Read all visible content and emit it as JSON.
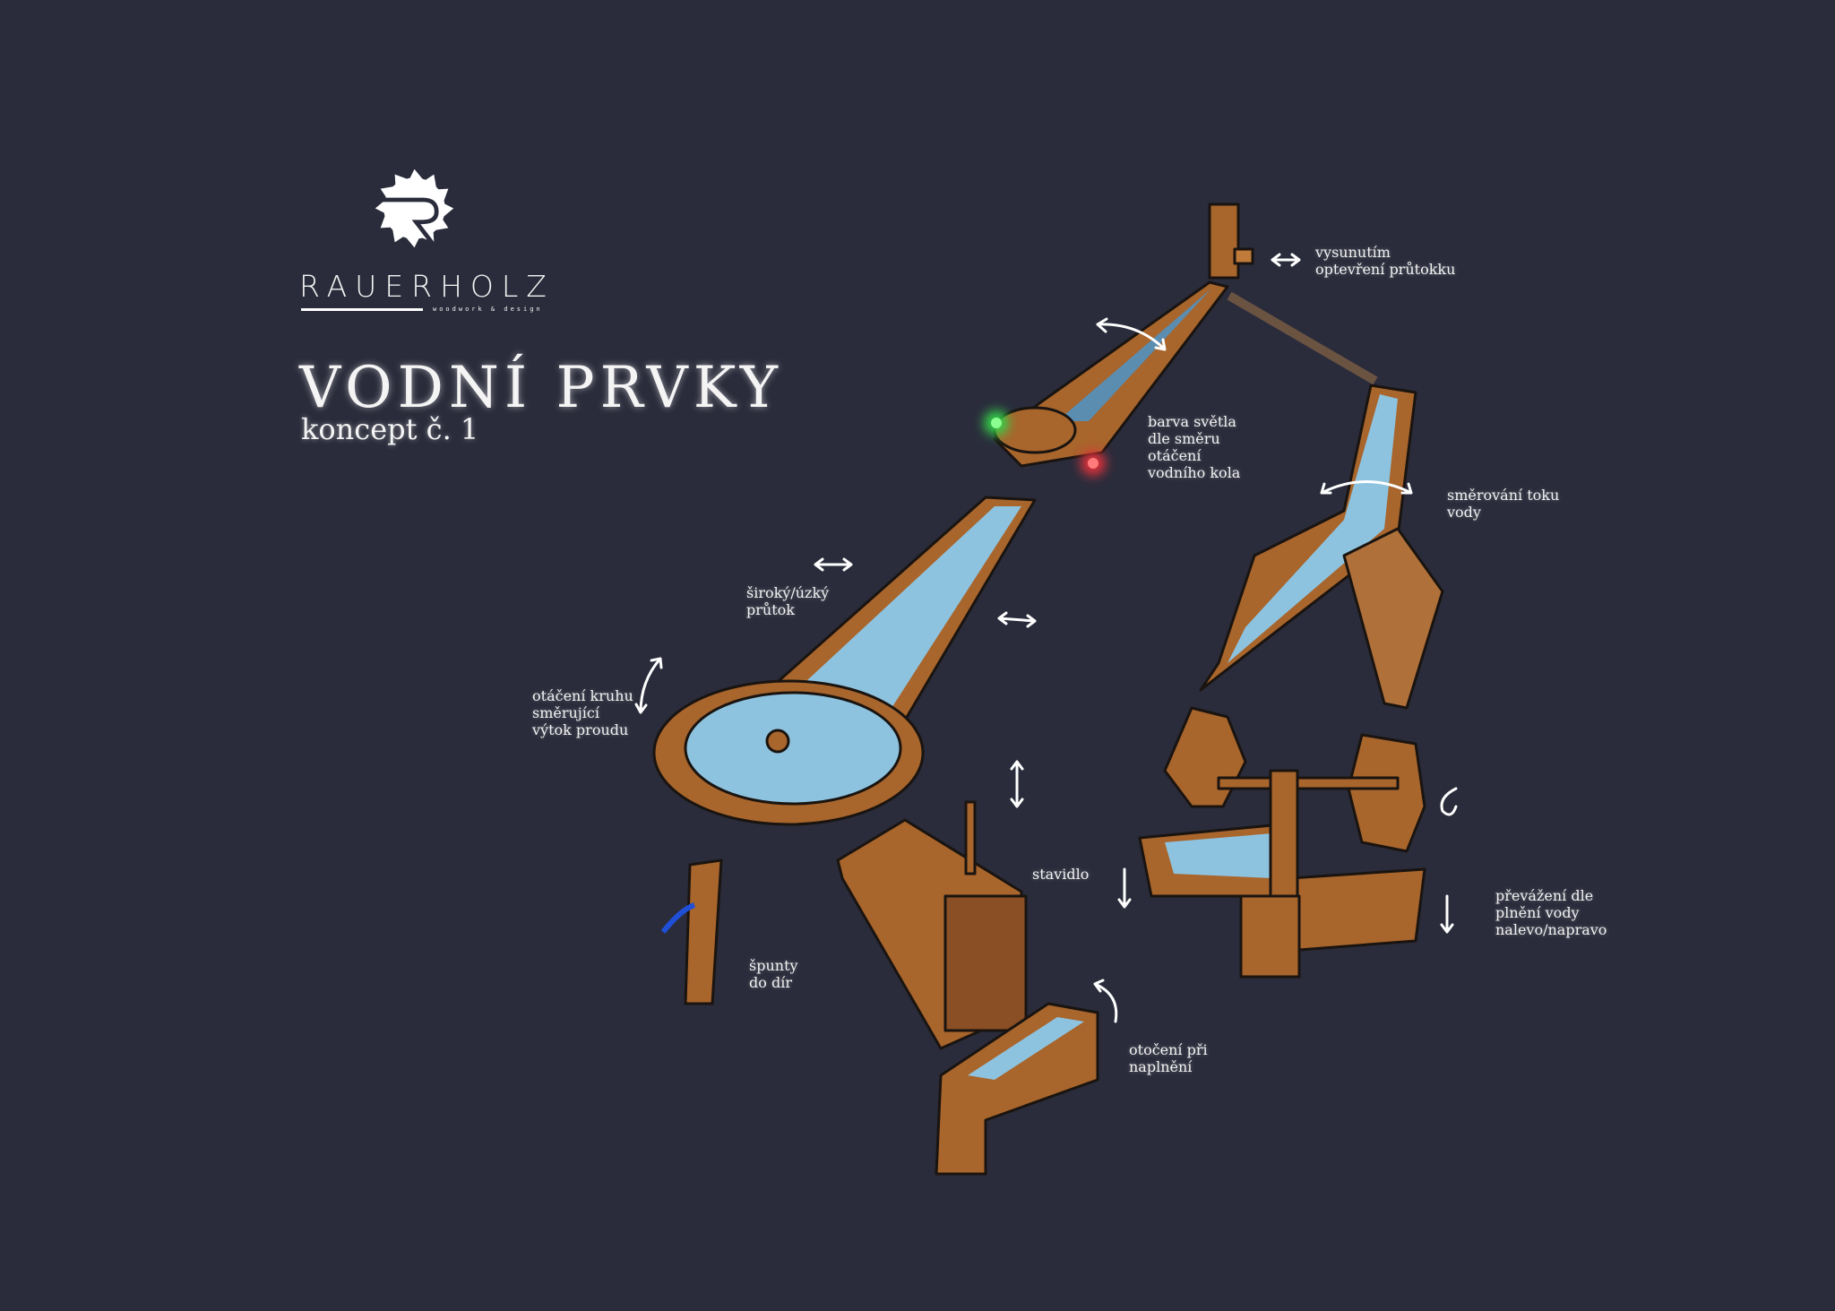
{
  "logo": {
    "brand": "RAUERHOLZ",
    "tagline": "woodwork & design"
  },
  "header": {
    "title": "VODNÍ PRVKY",
    "subtitle": "koncept č. 1"
  },
  "annotations": [
    {
      "id": "valve",
      "text": "vysunutím\noptevření průtokku"
    },
    {
      "id": "light",
      "text": "barva světla\ndle směru\notáčení\nvodního kola"
    },
    {
      "id": "direction",
      "text": "směrování toku\nvody"
    },
    {
      "id": "width",
      "text": "široký/úzký\nprůtok"
    },
    {
      "id": "circle",
      "text": "otáčení kruhu\nsměrující\nvýtok proudu"
    },
    {
      "id": "gate",
      "text": "stavidlo"
    },
    {
      "id": "balance",
      "text": "převážení dle\nplnění vody\nnalevo/napravo"
    },
    {
      "id": "plugs",
      "text": "špunty\ndo dír"
    },
    {
      "id": "tip",
      "text": "otočení při\nnaplnění"
    }
  ],
  "colors": {
    "background": "#2a2c3b",
    "wood": "#a8652c",
    "water": "#8ec3df",
    "stream": "#1f4fd6",
    "light_green": "#35d04a",
    "light_red": "#e0303a"
  }
}
